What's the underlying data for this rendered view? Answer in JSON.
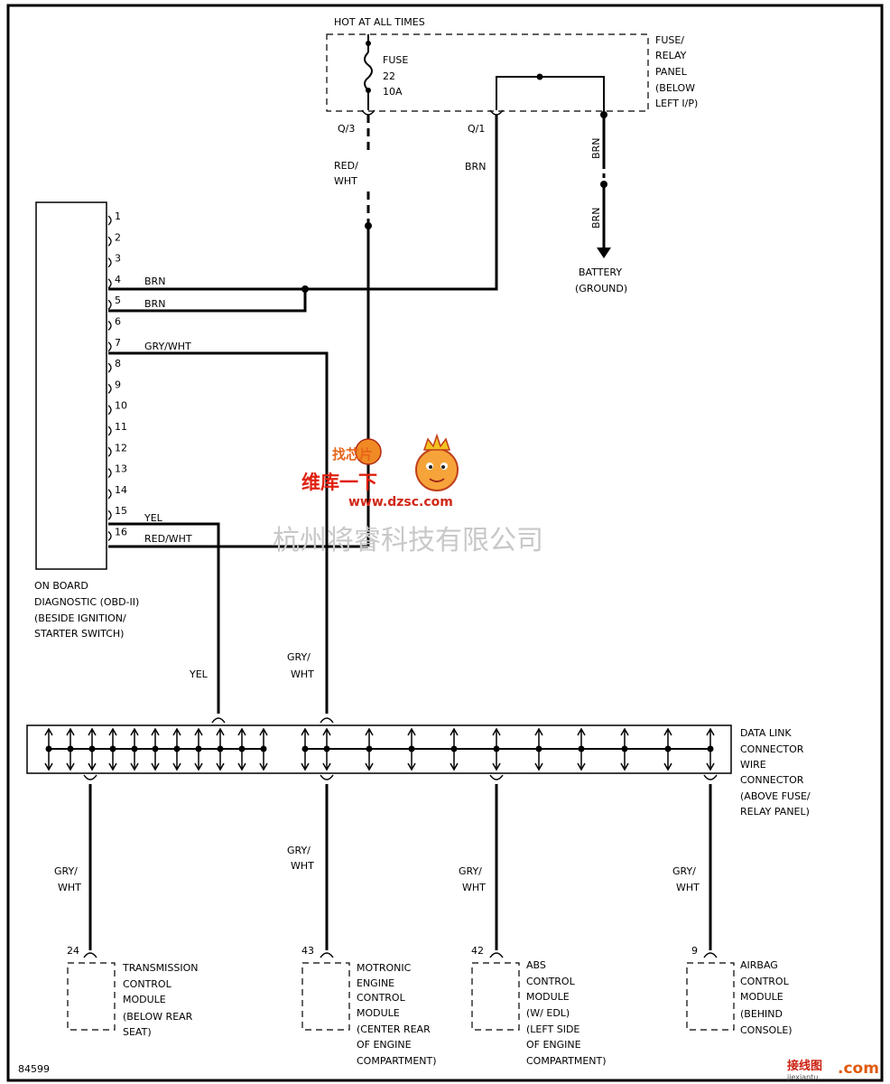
{
  "header": {
    "hot_label": "HOT AT ALL TIMES"
  },
  "fuse_panel": {
    "fuse_lines": [
      "FUSE",
      "22",
      "10A"
    ],
    "panel_lines": [
      "FUSE/",
      "RELAY",
      "PANEL",
      "(BELOW",
      "LEFT I/P)"
    ],
    "terminal_q3": "Q/3",
    "terminal_q1": "Q/1"
  },
  "wires": {
    "red_wht": [
      "RED/",
      "WHT"
    ],
    "brn": "BRN",
    "brn_ground_1": "BRN",
    "brn_ground_2": "BRN",
    "yel": "YEL",
    "gry_wht": [
      "GRY/",
      "WHT"
    ]
  },
  "ground": {
    "lines": [
      "BATTERY",
      "(GROUND)"
    ]
  },
  "obd": {
    "pins": [
      "1",
      "2",
      "3",
      "4",
      "5",
      "6",
      "7",
      "8",
      "9",
      "10",
      "11",
      "12",
      "13",
      "14",
      "15",
      "16"
    ],
    "pin_wires": {
      "p4": "BRN",
      "p5": "BRN",
      "p7": "GRY/WHT",
      "p15": "YEL",
      "p16": "RED/WHT"
    },
    "label_lines": [
      "ON BOARD",
      "DIAGNOSTIC (OBD-II)",
      "(BESIDE IGNITION/",
      "STARTER SWITCH)"
    ]
  },
  "dlc": {
    "label_lines": [
      "DATA LINK",
      "CONNECTOR",
      "WIRE",
      "CONNECTOR",
      "(ABOVE FUSE/",
      "RELAY PANEL)"
    ]
  },
  "modules": [
    {
      "pin": "24",
      "lines": [
        "TRANSMISSION",
        "CONTROL",
        "MODULE",
        "(BELOW REAR",
        "SEAT)"
      ]
    },
    {
      "pin": "43",
      "lines": [
        "MOTRONIC",
        "ENGINE",
        "CONTROL",
        "MODULE",
        "(CENTER REAR",
        "OF ENGINE",
        "COMPARTMENT)"
      ]
    },
    {
      "pin": "42",
      "lines": [
        "ABS",
        "CONTROL",
        "MODULE",
        "(W/ EDL)",
        "(LEFT SIDE",
        "OF ENGINE",
        "COMPARTMENT)"
      ]
    },
    {
      "pin": "9",
      "lines": [
        "AIRBAG",
        "CONTROL",
        "MODULE",
        "(BEHIND",
        "CONSOLE)"
      ]
    }
  ],
  "figure_id": "84599",
  "watermarks": {
    "company": "杭州将睿科技有限公司",
    "logo_top": "找芯片",
    "logo_main": "维库一下",
    "logo_url": "www.dzsc.com",
    "corner_logo": "接线图",
    "corner_com": ".com",
    "corner_sub": "jiexiantu"
  }
}
